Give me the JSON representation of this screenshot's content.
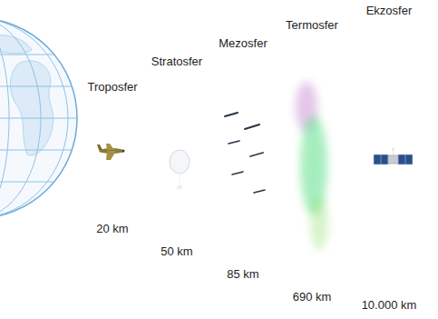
{
  "diagram": {
    "nodes": [
      {
        "text": [
          "Troposfer",
          "20 km"
        ]
      },
      {
        "text": [
          "Stratosfer",
          "Meteoroloji Balonu",
          "50 km"
        ]
      },
      {
        "text": [
          "Mezosfer",
          "Meteor",
          "85 km"
        ]
      },
      {
        "text": [
          "Termosfer",
          "Aurora",
          "690 km"
        ]
      },
      {
        "text": [
          "Ekzosfer",
          "Uydu",
          "10.000 km"
        ]
      }
    ]
  }
}
